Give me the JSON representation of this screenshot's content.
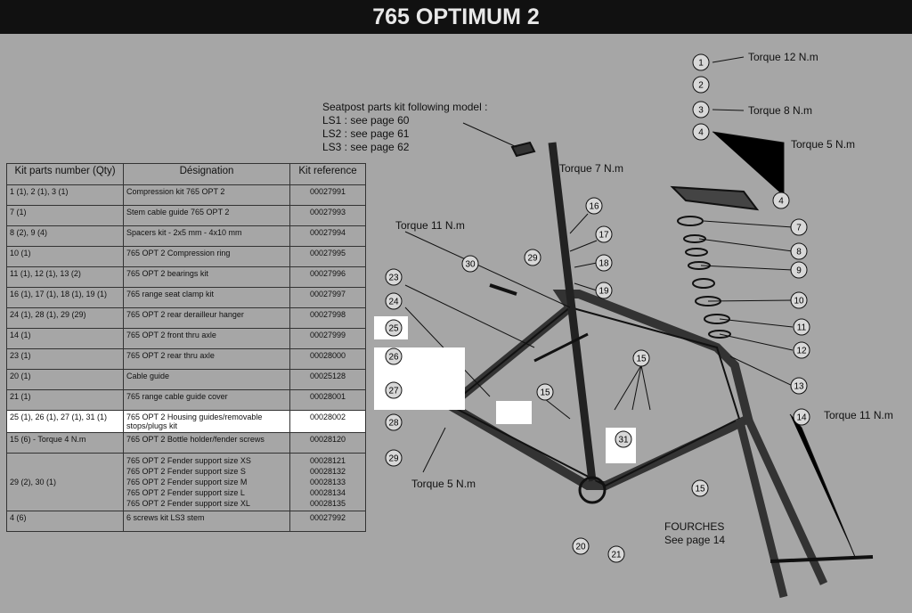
{
  "title": "765 OPTIMUM 2",
  "table": {
    "headers": [
      "Kit parts number (Qty)",
      "Désignation",
      "Kit reference"
    ],
    "rows": [
      {
        "parts": "1 (1), 2 (1), 3 (1)",
        "designation": "Compression kit 765 OPT 2",
        "ref": "00027991"
      },
      {
        "parts": "7 (1)",
        "designation": "Stem cable guide 765 OPT 2",
        "ref": "00027993"
      },
      {
        "parts": "8 (2), 9 (4)",
        "designation": "Spacers kit - 2x5 mm - 4x10 mm",
        "ref": "00027994"
      },
      {
        "parts": "10 (1)",
        "designation": "765 OPT 2 Compression ring",
        "ref": "00027995"
      },
      {
        "parts": "11 (1), 12 (1), 13 (2)",
        "designation": "765 OPT 2 bearings kit",
        "ref": "00027996"
      },
      {
        "parts": "16 (1), 17 (1), 18 (1), 19 (1)",
        "designation": "765 range seat clamp kit",
        "ref": "00027997"
      },
      {
        "parts": "24 (1), 28 (1), 29 (29)",
        "designation": "765 OPT 2 rear derailleur hanger",
        "ref": "00027998"
      },
      {
        "parts": "14 (1)",
        "designation": "765 OPT 2 front thru axle",
        "ref": "00027999"
      },
      {
        "parts": "23 (1)",
        "designation": "765 OPT 2 rear thru axle",
        "ref": "00028000"
      },
      {
        "parts": "20 (1)",
        "designation": "Cable guide",
        "ref": "00025128"
      },
      {
        "parts": "21 (1)",
        "designation": "765 range cable guide cover",
        "ref": "00028001"
      },
      {
        "parts": "25 (1), 26 (1), 27 (1), 31 (1)",
        "designation": "765 OPT 2 Housing guides/removable stops/plugs kit",
        "ref": "00028002"
      },
      {
        "parts": "15 (6) - Torque 4 N.m",
        "designation": "765 OPT 2 Bottle holder/fender screws",
        "ref": "00028120"
      }
    ],
    "fender": {
      "parts": "29 (2), 30 (1)",
      "designations": [
        "765 OPT 2 Fender support size XS",
        "765 OPT 2 Fender support size S",
        "765 OPT 2 Fender support size M",
        "765 OPT 2 Fender support size L",
        "765 OPT 2 Fender support size XL"
      ],
      "refs": [
        "00028121",
        "00028132",
        "00028133",
        "00028134",
        "00028135"
      ]
    },
    "last": {
      "parts": "4 (6)",
      "designation": "6 screws kit LS3 stem",
      "ref": "00027992"
    }
  },
  "notes": {
    "seatpost": [
      "Seatpost parts kit following model :",
      "LS1 : see page 60",
      "LS2 : see page 61",
      "LS3 : see page 62"
    ],
    "torque12": "Torque 12 N.m",
    "torque8": "Torque 8 N.m",
    "torque5a": "Torque 5 N.m",
    "torque7": "Torque 7 N.m",
    "torque11a": "Torque 11 N.m",
    "torque11b": "Torque 11 N.m",
    "torque5b": "Torque 5 N.m",
    "fourches": "FOURCHES",
    "seepage": "See page 14"
  },
  "callouts": [
    "1",
    "2",
    "3",
    "4",
    "4",
    "7",
    "8",
    "9",
    "10",
    "11",
    "12",
    "13",
    "14",
    "15",
    "15",
    "15",
    "16",
    "17",
    "18",
    "19",
    "20",
    "21",
    "23",
    "24",
    "25",
    "26",
    "27",
    "28",
    "29",
    "29",
    "30",
    "31"
  ]
}
